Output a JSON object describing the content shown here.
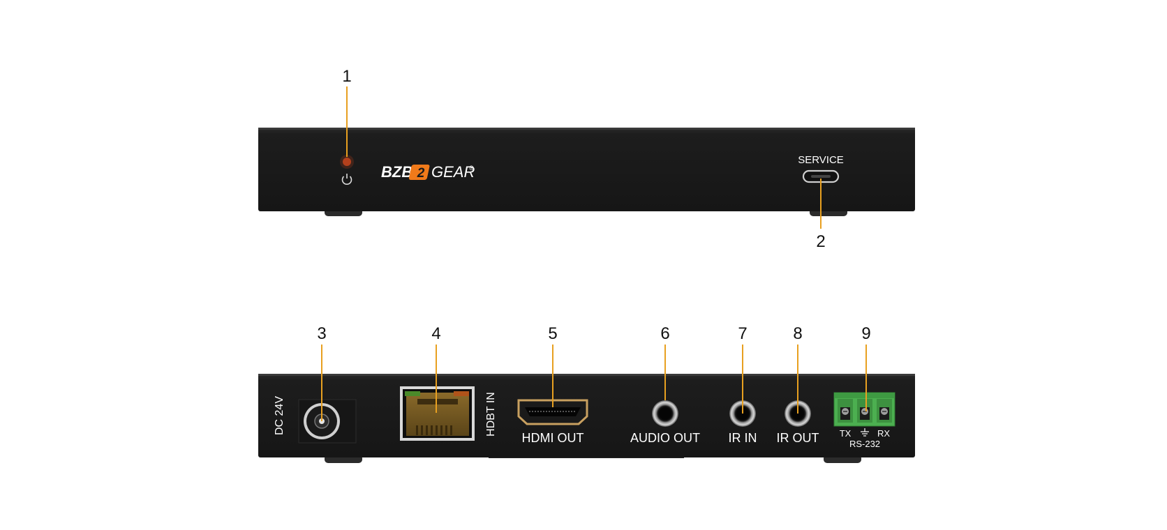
{
  "colors": {
    "leader_line": "#e8a020",
    "panel": "#1b1b1b",
    "brand_accent": "#f07a1a",
    "terminal_green": "#4caf50"
  },
  "front_panel": {
    "brand_left": "BZB",
    "brand_right": "GEAR",
    "brand_mark": "®",
    "service_label": "SERVICE"
  },
  "rear_panel": {
    "dc_label": "DC 24V",
    "hdbt_label": "HDBT IN",
    "hdmi_label": "HDMI OUT",
    "audio_label": "AUDIO OUT",
    "ir_in_label": "IR IN",
    "ir_out_label": "IR OUT",
    "tx_label": "TX",
    "rx_label": "RX",
    "rs232_label": "RS-232"
  },
  "callouts": {
    "c1": "1",
    "c2": "2",
    "c3": "3",
    "c4": "4",
    "c5": "5",
    "c6": "6",
    "c7": "7",
    "c8": "8",
    "c9": "9"
  },
  "icons": [
    "power-icon",
    "ground-icon"
  ]
}
